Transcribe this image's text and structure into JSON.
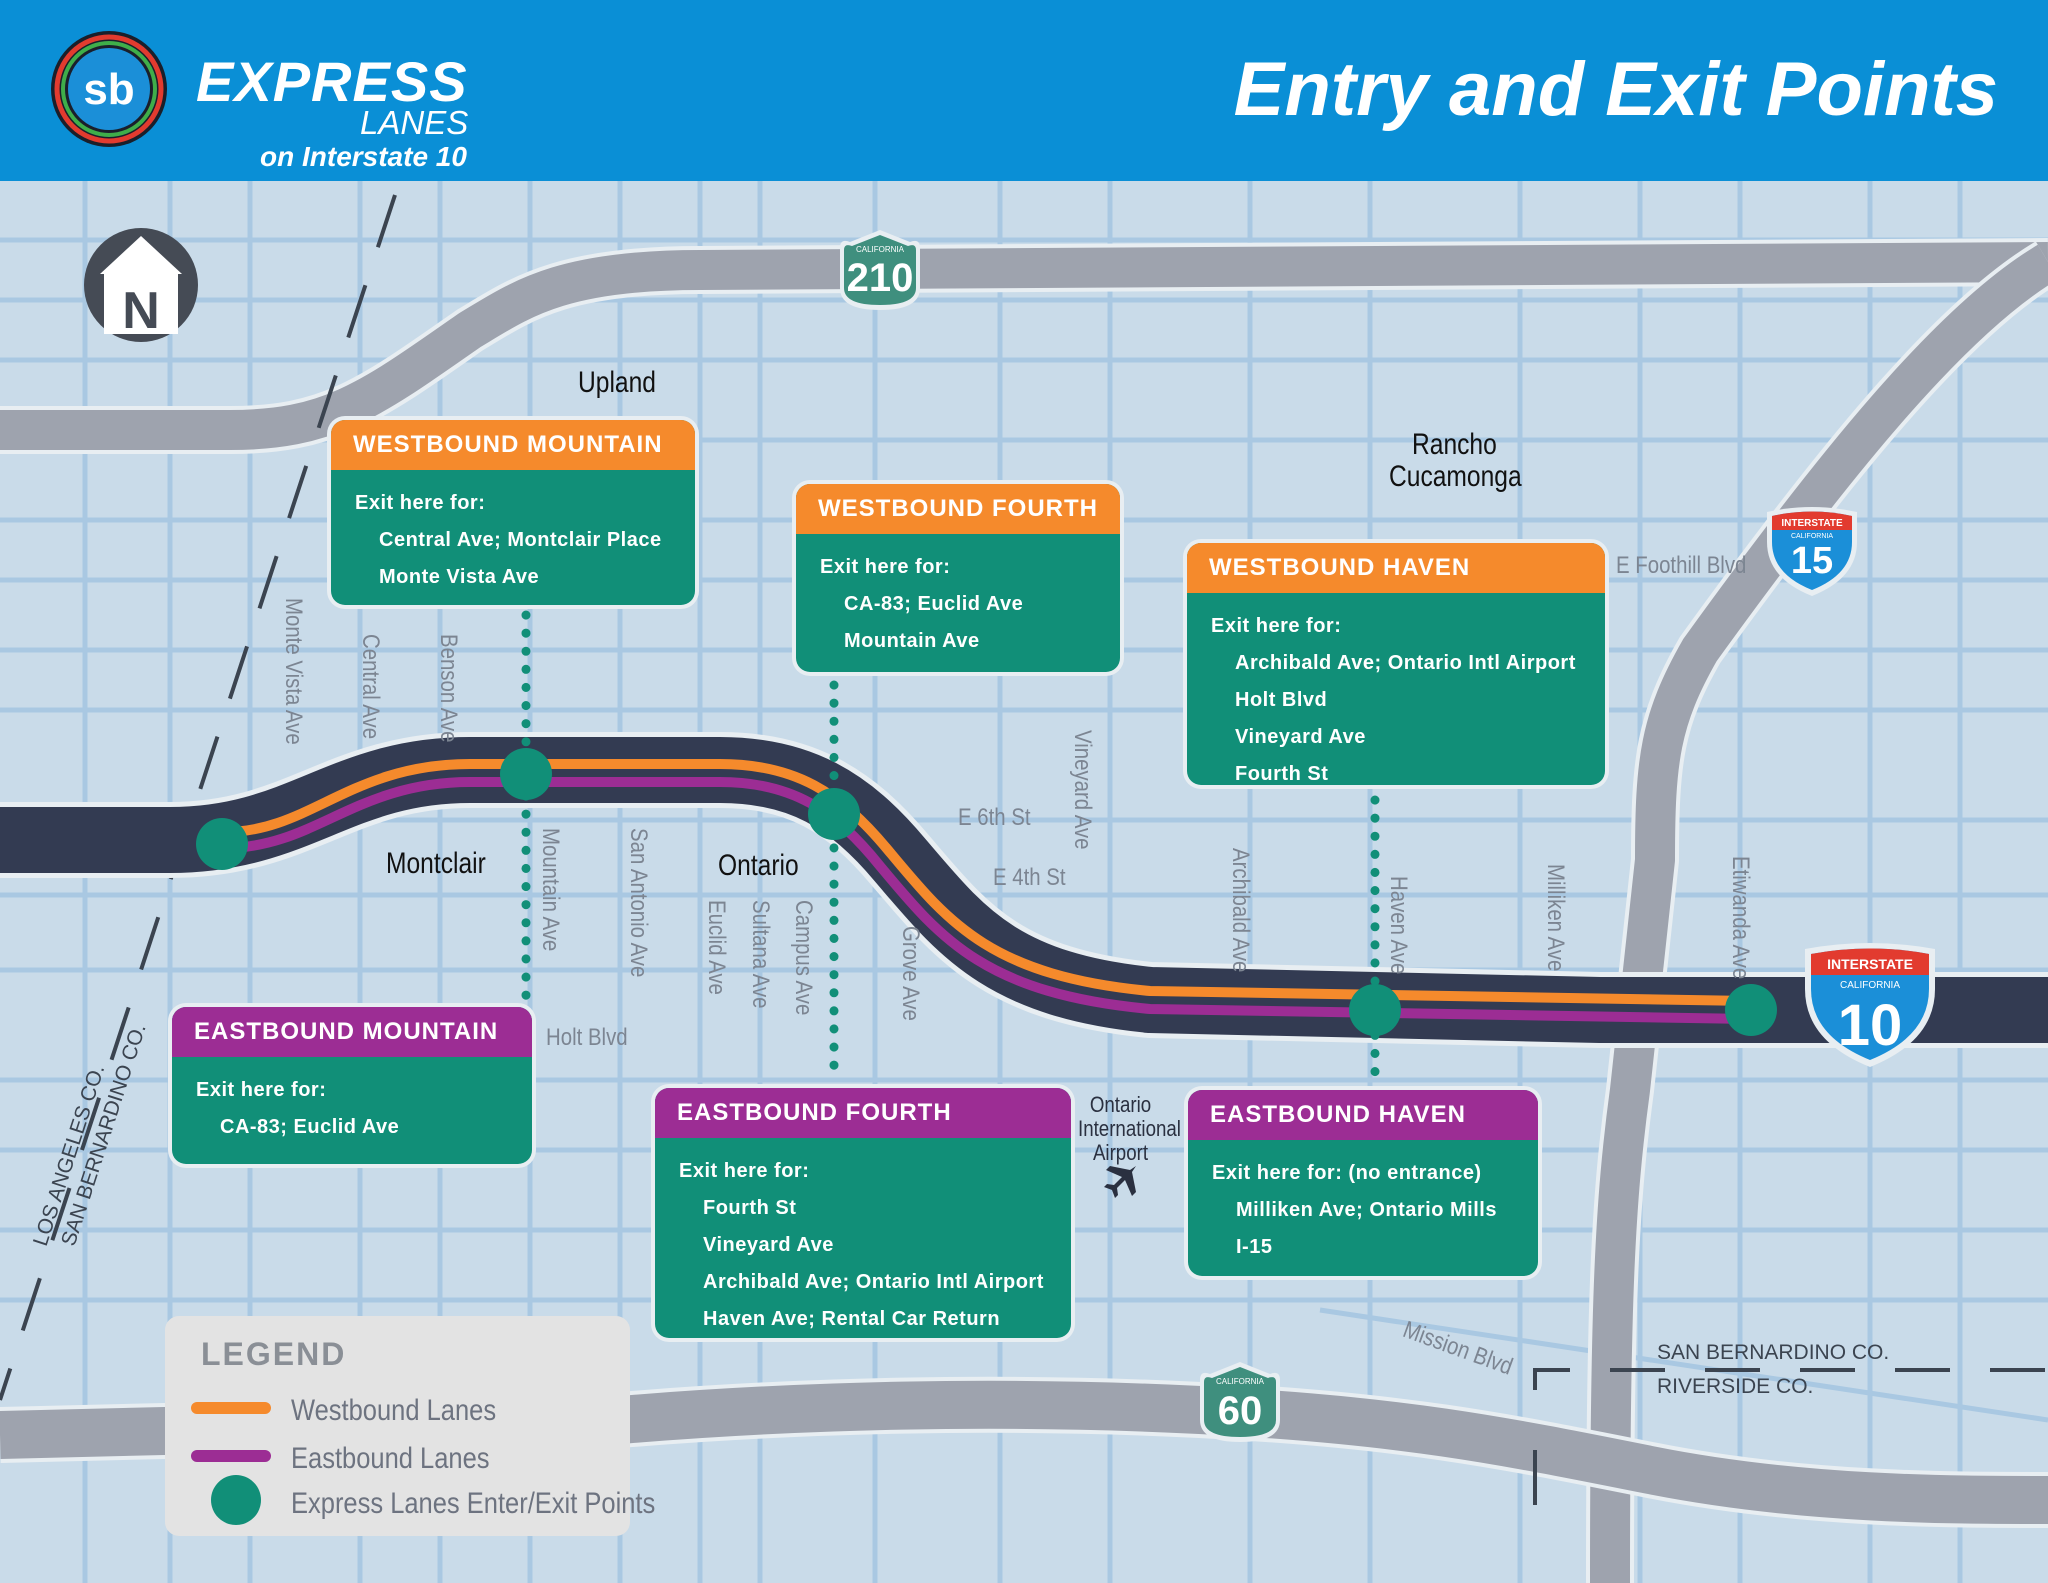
{
  "header": {
    "logo_badge": "sb",
    "logo_express": "EXPRESS",
    "logo_lanes": "LANES",
    "logo_sub": "on Interstate 10",
    "title": "Entry and Exit Points",
    "colors": {
      "header_bg": "#0a8fd6",
      "text": "#ffffff"
    }
  },
  "compass": {
    "letter": "N",
    "icon": "north-arrow-icon"
  },
  "shields": {
    "ca210": {
      "state": "CALIFORNIA",
      "number": "210"
    },
    "ca60": {
      "state": "CALIFORNIA",
      "number": "60"
    },
    "i15": {
      "top": "INTERSTATE",
      "state": "CALIFORNIA",
      "number": "15"
    },
    "i10": {
      "top": "INTERSTATE",
      "state": "CALIFORNIA",
      "number": "10"
    }
  },
  "cities": {
    "upland": "Upland",
    "rancho_line1": "Rancho",
    "rancho_line2": "Cucamonga",
    "montclair": "Montclair",
    "ontario": "Ontario"
  },
  "streets": {
    "monte_vista": "Monte Vista Ave",
    "central": "Central Ave",
    "benson": "Benson Ave",
    "mountain": "Mountain Ave",
    "san_antonio": "San Antonio Ave",
    "euclid": "Euclid Ave",
    "sultana": "Sultana Ave",
    "campus": "Campus Ave",
    "grove": "Grove Ave",
    "vineyard": "Vineyard Ave",
    "archibald": "Archibald Ave",
    "haven": "Haven Ave",
    "milliken": "Milliken Ave",
    "etiwanda": "Etiwanda Ave",
    "e6th": "E 6th St",
    "e4th": "E 4th St",
    "foothill": "E Foothill Blvd",
    "holt": "Holt Blvd",
    "mission": "Mission Blvd"
  },
  "airport": {
    "line1": "Ontario",
    "line2": "International",
    "line3": "Airport",
    "icon": "airplane-icon"
  },
  "counties": {
    "la": "LOS ANGELES CO.",
    "sb_west": "SAN BERNARDINO CO.",
    "sb_east": "SAN BERNARDINO CO.",
    "riverside": "RIVERSIDE CO."
  },
  "callouts": {
    "wb_mountain": {
      "title": "WESTBOUND MOUNTAIN",
      "lead": "Exit here for:",
      "items": [
        "Central Ave; Montclair Place",
        "Monte Vista Ave"
      ]
    },
    "wb_fourth": {
      "title": "WESTBOUND FOURTH",
      "lead": "Exit here for:",
      "items": [
        "CA-83; Euclid Ave",
        "Mountain Ave"
      ]
    },
    "wb_haven": {
      "title": "WESTBOUND HAVEN",
      "lead": "Exit here for:",
      "items": [
        "Archibald Ave; Ontario Intl Airport",
        "Holt Blvd",
        "Vineyard Ave",
        "Fourth St"
      ]
    },
    "eb_mountain": {
      "title": "EASTBOUND MOUNTAIN",
      "lead": "Exit here for:",
      "items": [
        "CA-83; Euclid Ave"
      ]
    },
    "eb_fourth": {
      "title": "EASTBOUND FOURTH",
      "lead": "Exit here for:",
      "items": [
        "Fourth St",
        "Vineyard Ave",
        "Archibald Ave; Ontario Intl Airport",
        "Haven Ave; Rental Car Return"
      ]
    },
    "eb_haven": {
      "title": "EASTBOUND HAVEN",
      "lead": "Exit here for: (no entrance)",
      "items": [
        "Milliken Ave; Ontario Mills",
        "I-15"
      ]
    }
  },
  "legend": {
    "title": "LEGEND",
    "westbound": "Westbound Lanes",
    "eastbound": "Eastbound Lanes",
    "points": "Express Lanes Enter/Exit Points"
  },
  "colors": {
    "map_bg": "#c9dbe9",
    "street": "#a9c8e2",
    "freeway": "#9ea3ae",
    "i10": "#333b52",
    "westbound": "#f58a2c",
    "eastbound": "#9c2d94",
    "access_point": "#118f78"
  }
}
